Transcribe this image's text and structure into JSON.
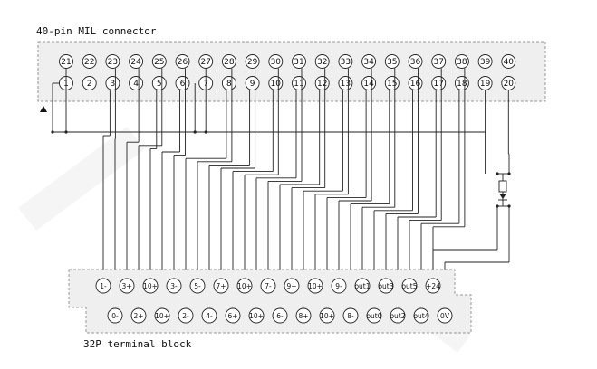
{
  "connector": {
    "title": "40-pin MIL connector",
    "top_row_pins": [
      "21",
      "22",
      "23",
      "24",
      "25",
      "26",
      "27",
      "28",
      "29",
      "30",
      "31",
      "32",
      "33",
      "34",
      "35",
      "36",
      "37",
      "38",
      "39",
      "40"
    ],
    "bottom_row_pins": [
      "1",
      "2",
      "3",
      "4",
      "5",
      "6",
      "7",
      "8",
      "9",
      "10",
      "11",
      "12",
      "13",
      "14",
      "15",
      "16",
      "17",
      "18",
      "19",
      "20"
    ]
  },
  "terminal_block": {
    "title": "32P terminal block",
    "upper_row": [
      "1-",
      "3+",
      "10+",
      "3-",
      "5-",
      "7+",
      "10+",
      "7-",
      "9+",
      "10+",
      "9-",
      "out1",
      "out3",
      "out5",
      "+24"
    ],
    "lower_row": [
      "0-",
      "2+",
      "10+",
      "2-",
      "4-",
      "6+",
      "10+",
      "6-",
      "8+",
      "10+",
      "8-",
      "out0",
      "out2",
      "out4",
      "0V"
    ]
  },
  "colors": {
    "line": "#222222",
    "box_fill": "#efefef",
    "box_border": "#9a9a9a",
    "watermark": "#f4f4f4"
  },
  "icons": [
    "arrow-marker-icon",
    "diode-symbol-icon"
  ]
}
